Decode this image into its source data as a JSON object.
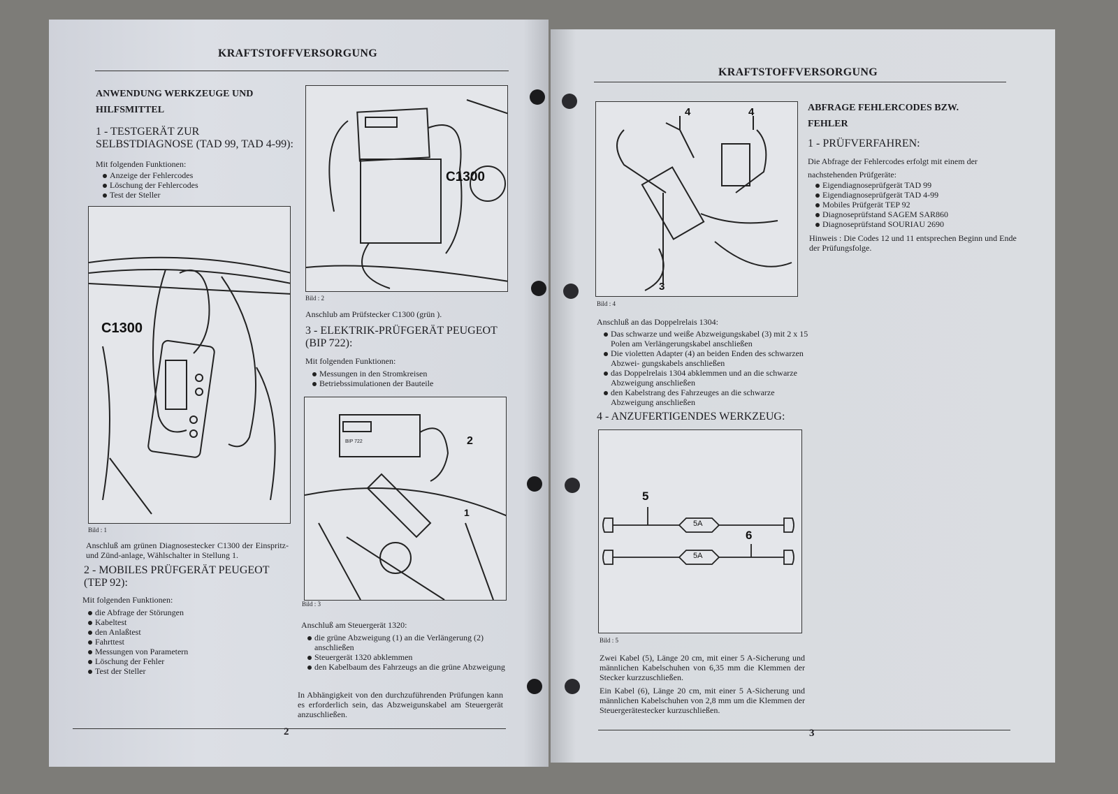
{
  "left_page": {
    "header": "KRAFTSTOFFVERSORGUNG",
    "section_title": "ANWENDUNG WERKZEUGE UND HILFSMITTEL",
    "s1_title": "1 - TESTGERÄT ZUR SELBSTDIAGNOSE (TAD 99, TAD 4-99):",
    "s1_intro": "Mit folgenden Funktionen:",
    "s1_items": [
      "Anzeige der Fehlercodes",
      "Löschung der Fehlercodes",
      "Test der Steller"
    ],
    "fig1": {
      "label": "C1300",
      "caption": "Bild : 1"
    },
    "fig1_text": "Anschluß am grünen Diagnosestecker C1300 der Einspritz- und Zünd-anlage, Wählschalter in Stellung 1.",
    "s2_title": "2 - MOBILES PRÜFGERÄT PEUGEOT (TEP 92):",
    "s2_intro": "Mit folgenden Funktionen:",
    "s2_items": [
      "die Abfrage der Störungen",
      "Kabeltest",
      "den Anlaßtest",
      "Fahrttest",
      "Messungen von Parametern",
      "Löschung der Fehler",
      "Test der Steller"
    ],
    "fig2": {
      "label": "C1300",
      "caption": "Bild : 2"
    },
    "fig2_text": "Anschlub am Prüfstecker C1300 (grün ).",
    "s3_title": "3 - ELEKTRIK-PRÜFGERÄT PEUGEOT (BIP 722):",
    "s3_intro": "Mit folgenden Funktionen:",
    "s3_items": [
      "Messungen in den Stromkreisen",
      "Betriebssimulationen der Bauteile"
    ],
    "fig3": {
      "label_1": "1",
      "label_2": "2",
      "device_text": "BIP 722",
      "caption": "Bild : 3"
    },
    "fig3_intro": "Anschluß am Steuergerät 1320:",
    "fig3_items": [
      "die grüne Abzweigung (1) an die Verlängerung (2) anschließen",
      "Steuergerät 1320 abklemmen",
      "den Kabelbaum des Fahrzeugs an die grüne Abzweigung"
    ],
    "fig3_note": "In Abhängigkeit von den durchzuführenden Prüfungen kann es erforderlich sein, das Abzweigunskabel am Steuergerät anzuschließen.",
    "page_number": "2"
  },
  "right_page": {
    "header": "KRAFTSTOFFVERSORGUNG",
    "fig4": {
      "label_3": "3",
      "label_4a": "4",
      "label_4b": "4",
      "caption": "Bild : 4"
    },
    "fig4_intro": "Anschluß an das Doppelrelais 1304:",
    "fig4_items": [
      "Das schwarze und weiße Abzweigungskabel (3) mit 2 x 15 Polen am Verlängerungskabel anschließen",
      "Die violetten Adapter (4) an beiden Enden des schwarzen Abzwei- gungskabels anschließen",
      "das Doppelrelais 1304 abklemmen und an die schwarze Abzweigung anschließen",
      "den Kabelstrang des Fahrzeuges an die schwarze Abzweigung anschließen"
    ],
    "s4_title": "4 - ANZUFERTIGENDES WERKZEUG:",
    "fig5": {
      "label_5": "5",
      "label_6": "6",
      "fuse_1": "5A",
      "fuse_2": "5A",
      "caption": "Bild : 5"
    },
    "fig5_text_1": "Zwei Kabel (5), Länge 20 cm, mit einer 5 A-Sicherung und männlichen Kabelschuhen von 6,35 mm die Klemmen der Stecker kurzzuschließen.",
    "fig5_text_2": "Ein Kabel (6), Länge 20 cm, mit einer 5 A-Sicherung und männlichen Kabelschuhen von 2,8 mm um die Klemmen der Steuergerätestecker kurzuschließen.",
    "section_title": "ABFRAGE FEHLERCODES BZW. FEHLER",
    "s1_title": "1 - PRÜFVERFAHREN:",
    "s1_intro": "Die Abfrage der Fehlercodes erfolgt mit einem der nachstehenden Prüfgeräte:",
    "s1_items": [
      "Eigendiagnoseprüfgerät TAD 99",
      "Eigendiagnoseprüfgerät TAD 4-99",
      "Mobiles Prüfgerät TEP 92",
      "Diagnoseprüfstand SAGEM SAR860",
      "Diagnoseprüfstand SOURIAU 2690"
    ],
    "note": "Hinweis : Die Codes 12 und 11 entsprechen Beginn und Ende der Prüfungsfolge.",
    "page_number": "3"
  }
}
